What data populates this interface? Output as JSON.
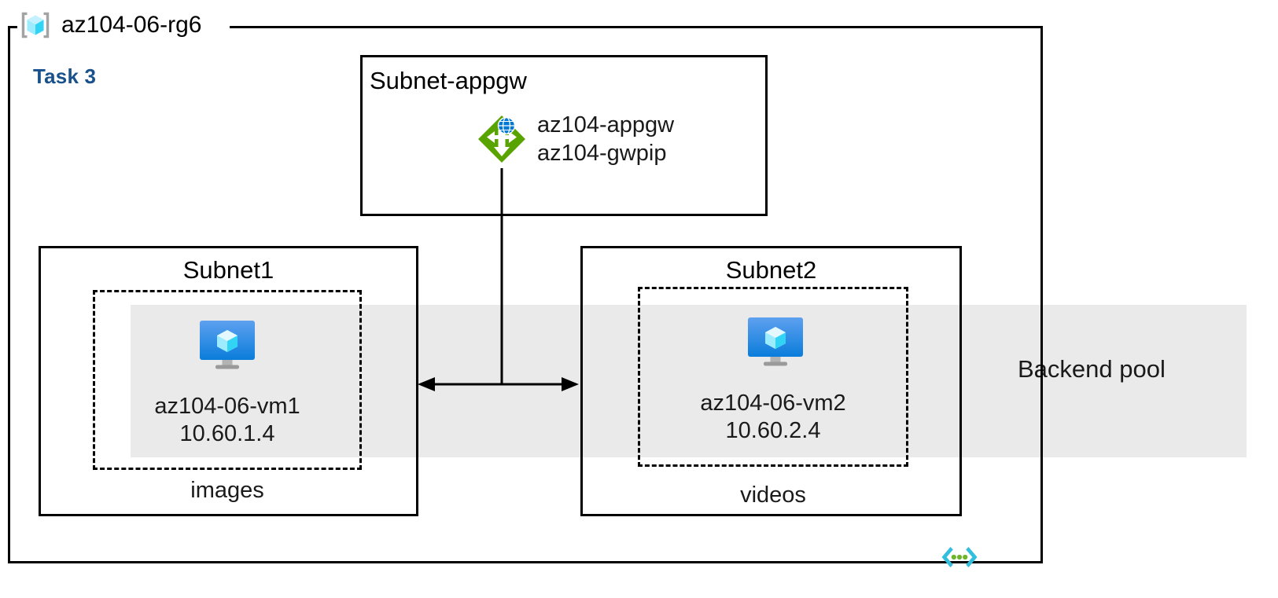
{
  "resource_group": {
    "name": "az104-06-rg6",
    "icon": "resource-group-icon"
  },
  "task": {
    "label": "Task 3",
    "color": "#19518c"
  },
  "backend_pool": {
    "label": "Backend pool",
    "band_color": "#eaeaea"
  },
  "appgw_subnet": {
    "title": "Subnet-appgw",
    "gateway_icon": "application-gateway-icon",
    "gateway_name": "az104-appgw",
    "public_ip_name": "az104-gwpip"
  },
  "subnets": [
    {
      "title": "Subnet1",
      "vm_icon": "virtual-machine-icon",
      "vm_name": "az104-06-vm1",
      "vm_ip": "10.60.1.4",
      "tier": "images"
    },
    {
      "title": "Subnet2",
      "vm_icon": "virtual-machine-icon",
      "vm_name": "az104-06-vm2",
      "vm_ip": "10.60.2.4",
      "tier": "videos"
    }
  ],
  "footer": {
    "icon": "code-brackets-icon"
  },
  "colors": {
    "appgw_green": "#59a300",
    "appgw_globe_blue": "#0078d4",
    "vm_blue": "#0a7ddb",
    "cube_cyan": "#50e6ff",
    "bracket_gray": "#a3a3a3",
    "code_cyan": "#32bedd",
    "code_green": "#6eb52b",
    "line_black": "#000000"
  }
}
